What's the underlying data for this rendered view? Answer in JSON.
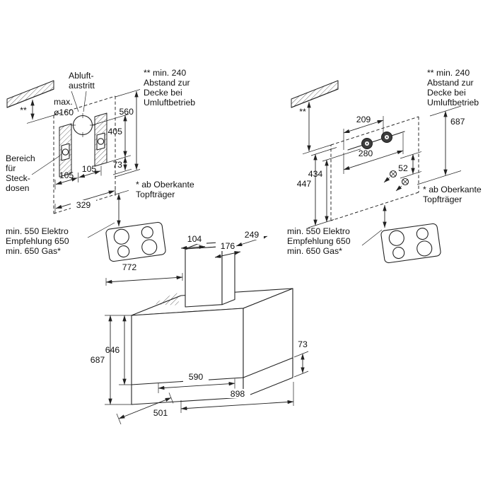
{
  "notes": {
    "double_star": "**",
    "ceiling_clearance": [
      "** min. 240",
      "Abstand zur",
      "Decke bei",
      "Umluftbetrieb"
    ],
    "above_pan_support": [
      "* ab Oberkante",
      "Topfträger"
    ],
    "min_distance_cooktop": [
      "min. 550 Elektro",
      "Empfehlung 650",
      "min. 650 Gas*"
    ]
  },
  "wall_front_view": {
    "duct_outlet_label": [
      "Abluft-",
      "austritt"
    ],
    "duct_max_diameter": [
      "max.",
      "ø160"
    ],
    "socket_area_label": [
      "Bereich",
      "für",
      "Steck-",
      "dosen"
    ],
    "dims": {
      "height_560": "560",
      "height_405": "405",
      "offset_73": "73",
      "spacing_105_left": "105",
      "spacing_105_right": "105",
      "width_329": "329"
    }
  },
  "wall_side_view": {
    "dims": {
      "height_687": "687",
      "spacing_209": "209",
      "spacing_280": "280",
      "offset_52": "52",
      "height_434": "434",
      "height_447": "447"
    }
  },
  "hood_view": {
    "dims": {
      "depth_104": "104",
      "depth_176": "176",
      "depth_249": "249",
      "width_772": "772",
      "height_646": "646",
      "height_687": "687",
      "height_73": "73",
      "width_590": "590",
      "width_898": "898",
      "depth_501": "501"
    }
  }
}
